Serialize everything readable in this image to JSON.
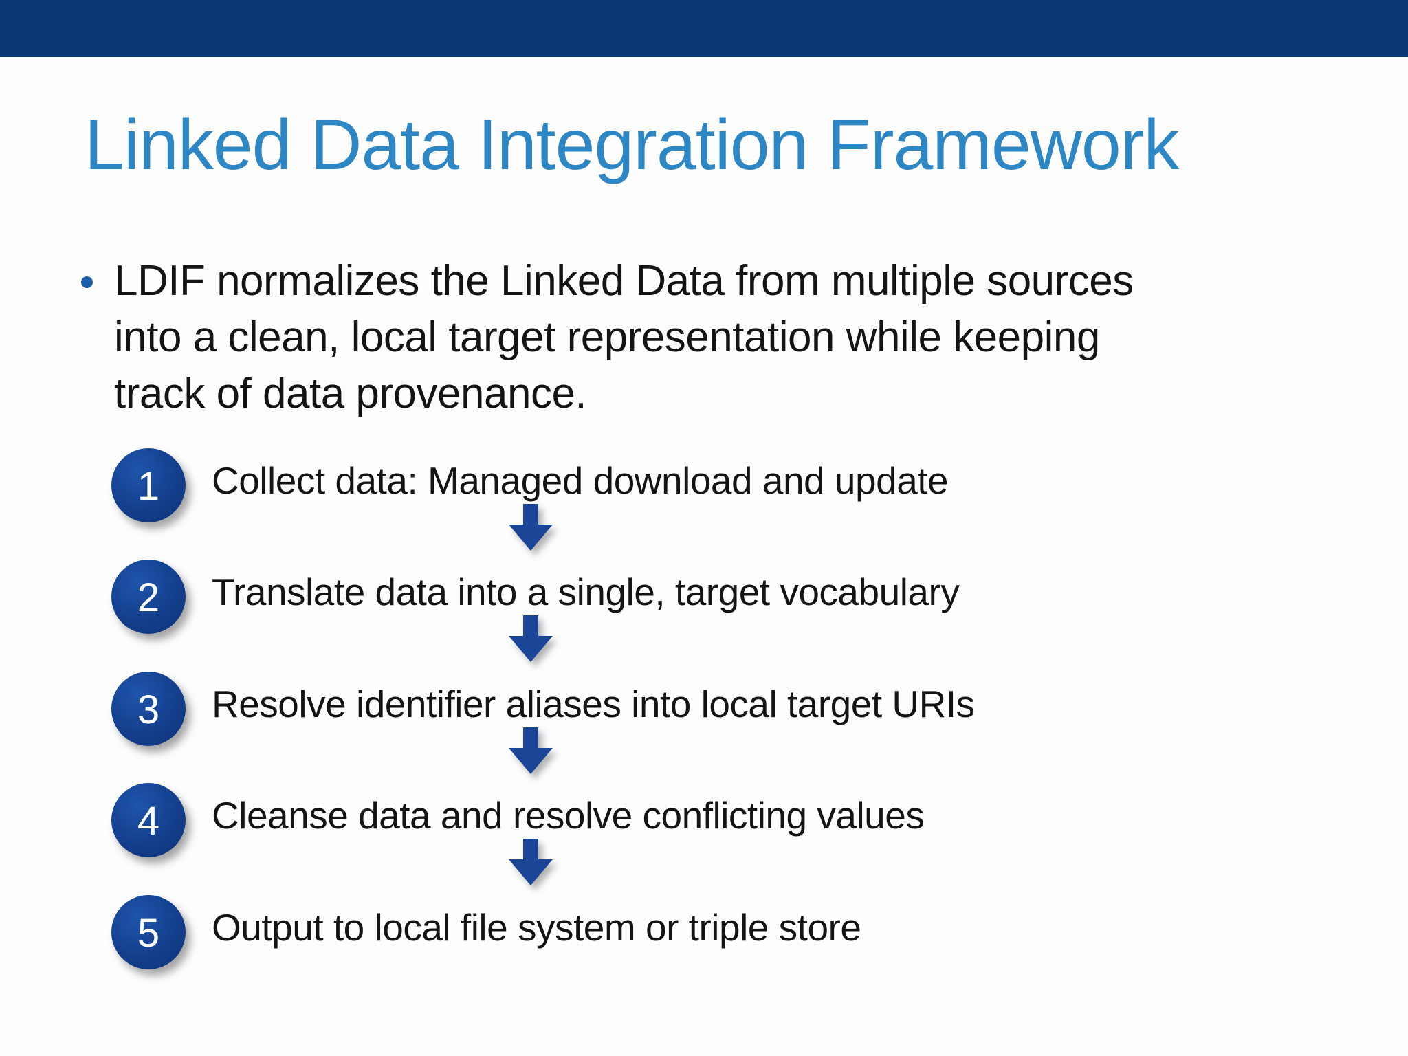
{
  "slide": {
    "title": "Linked Data Integration Framework",
    "bullet": {
      "lines": [
        "LDIF normalizes the Linked Data from multiple sources",
        "into a clean, local target representation while keeping",
        "track of data provenance."
      ],
      "full_text": "LDIF normalizes the Linked Data from multiple sources into a clean, local target representation while keeping track of data provenance."
    },
    "steps": [
      {
        "number": "1",
        "label": "Collect data: Managed download and update"
      },
      {
        "number": "2",
        "label": "Translate data into a single, target vocabulary"
      },
      {
        "number": "3",
        "label": "Resolve identifier aliases into local target URIs"
      },
      {
        "number": "4",
        "label": "Cleanse data and resolve conflicting values"
      },
      {
        "number": "5",
        "label": "Output to local file system or triple store"
      }
    ],
    "connector_icon": "down-arrow-icon",
    "colors": {
      "top_bar": "#0d3878",
      "title": "#2e87c5",
      "step_circle": "#143f8d",
      "arrow": "#1b4698",
      "bullet_dot": "#1d5fa8",
      "body_text": "#141414",
      "background": "#fdfdfe"
    }
  }
}
